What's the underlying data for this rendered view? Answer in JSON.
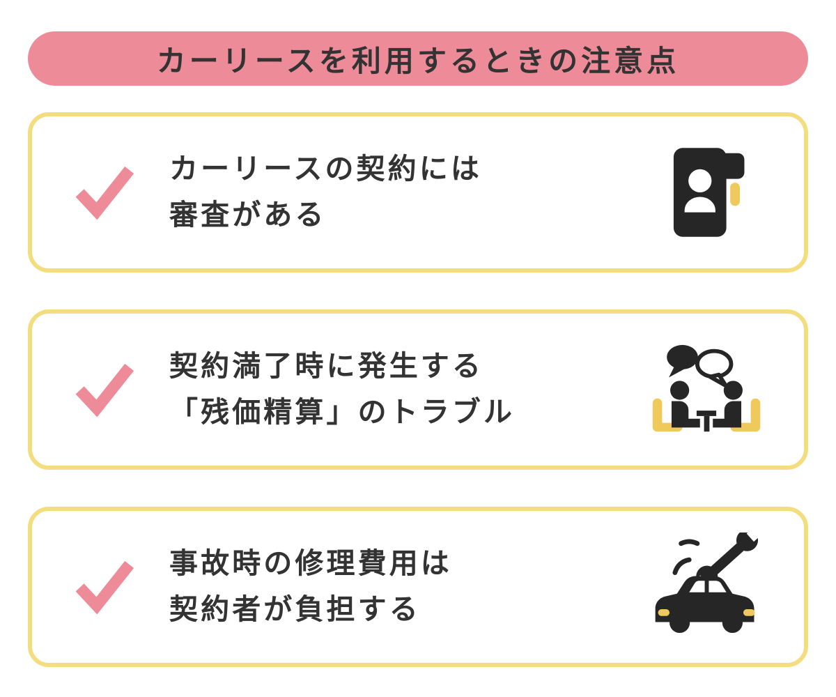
{
  "page": {
    "title": "カーリースを利用するときの注意点"
  },
  "cards": [
    {
      "line1": "カーリースの契約には",
      "line2": "審査がある",
      "icon": "id-badge-icon"
    },
    {
      "line1": "契約満了時に発生する",
      "line2": "「残価精算」のトラブル",
      "icon": "negotiation-icon"
    },
    {
      "line1": "事故時の修理費用は",
      "line2": "契約者が負担する",
      "icon": "car-repair-icon"
    }
  ],
  "icons": {
    "check": "check-icon"
  },
  "colors": {
    "accent_pink": "#EE8B99",
    "card_border_yellow": "#F3DD7E",
    "icon_black": "#262626",
    "icon_accent_yellow": "#F0C95C",
    "text": "#333333",
    "background": "#FFFFFF"
  }
}
